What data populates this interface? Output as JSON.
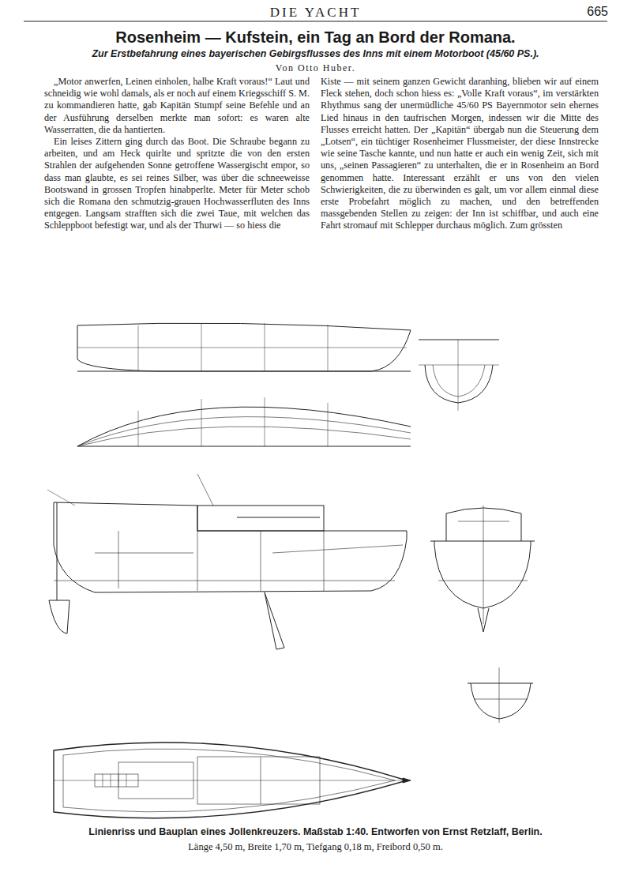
{
  "diagram": {
    "title": "Rosenheim — Kufstein, ein Tag an Bord der Romana.",
    "caption": "Linienriss und Bauplan eines Jollenkreuzers. Maßstab 1:40. Entworfen von Ernst Retzlaff, Berlin.",
    "labels": [
      "DIE YACHT",
      "665",
      "Zur Erstbefahrung eines bayerischen Gebirgsflusses des Inns mit einem Motorboot (45/60 PS.).",
      "Von Otto Huber.",
      "„Motor anwerfen, Leinen einholen, halbe Kraft voraus!“ Laut und schneidig wie wohl damals, als er noch auf einem Kriegsschiff S. M. zu kommandieren hatte, gab Kapitän Stumpf seine Befehle und an der Ausführung derselben merkte man sofort: es waren alte Wasserratten, die da hantierten.",
      "Ein leises Zittern ging durch das Boot. Die Schraube begann zu arbeiten, und am Heck quirlte und spritzte die von den ersten Strahlen der aufgehenden Sonne getroffene Wassergischt empor, so dass man glaubte, es sei reines Silber, was über die schneeweisse Bootswand in grossen Tropfen hinabperlte. Meter für Meter schob sich die Romana den schmutzig-grauen Hochwasserfluten des Inns entgegen. Langsam strafften sich die zwei Taue, mit welchen das Schleppboot befestigt war, und als der Thurwi — so hiess die",
      "Kiste — mit seinem ganzen Gewicht daranhing, blieben wir auf einem Fleck stehen, doch schon hiess es: „Volle Kraft voraus“, im verstärkten Rhythmus sang der unermüdliche 45/60 PS Bayernmotor sein ehernes Lied hinaus in den taufrischen Morgen, indessen wir die Mitte des Flusses erreicht hatten. Der „Kapitän“ übergab nun die Steuerung dem „Lotsen“, ein tüchtiger Rosenheimer Flussmeister, der diese Innstrecke wie seine Tasche kannte, und nun hatte er auch ein wenig Zeit, sich mit uns, „seinen Passagieren“ zu unterhalten, die er in Rosenheim an Bord genommen hatte. Interessant erzählt er uns von den vielen Schwierigkeiten, die zu überwinden es galt, um vor allem einmal diese erste Probefahrt möglich zu machen, und den betreffenden massgebenden Stellen zu zeigen: der Inn ist schiffbar, und auch eine Fahrt stromauf mit Schlepper durchaus möglich. Zum grössten",
      "Länge 4,50 m, Breite 1,70 m, Tiefgang 0,18 m, Freibord 0,50 m."
    ]
  }
}
